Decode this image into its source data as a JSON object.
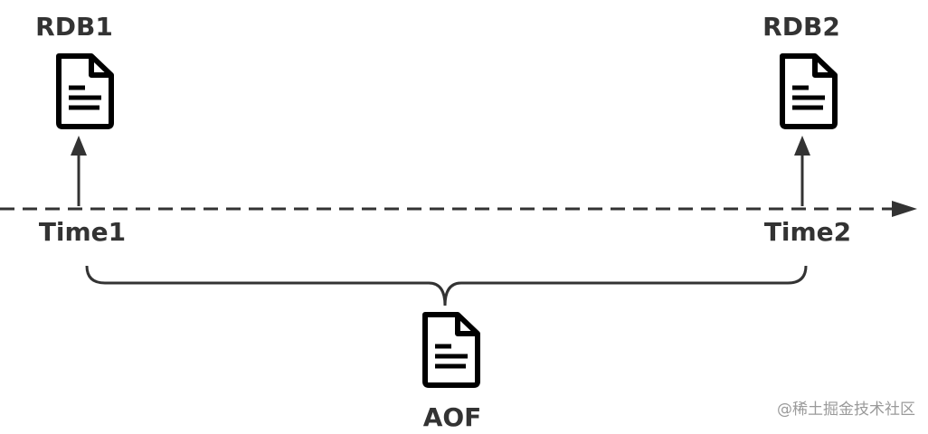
{
  "labels": {
    "rdb1": "RDB1",
    "rdb2": "RDB2",
    "time1": "Time1",
    "time2": "Time2",
    "aof": "AOF"
  },
  "icons": {
    "rdb1": "document-icon",
    "rdb2": "document-icon",
    "aof": "document-icon"
  },
  "watermark": "@稀土掘金技术社区",
  "colors": {
    "stroke": "#333333",
    "icon": "#000000",
    "text": "#333333",
    "watermark": "#9a9a9a"
  }
}
